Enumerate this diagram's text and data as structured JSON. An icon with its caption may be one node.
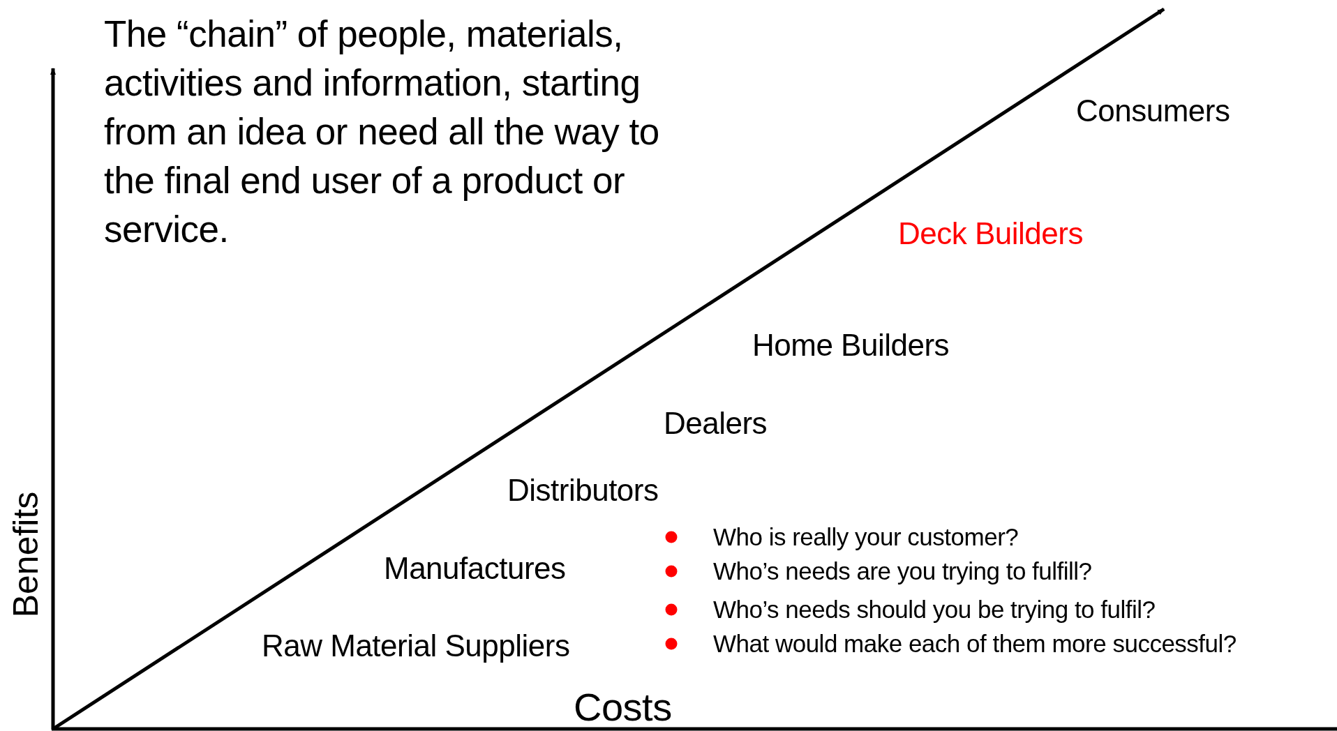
{
  "diagram": {
    "labels": [
      "The “chain” of people, materials, activities and information, starting from an idea or need all the way to the final end user of a product or service.",
      "Consumers",
      "Deck Builders",
      "Home Builders",
      "Dealers",
      "Distributors",
      "Manufactures",
      "Raw Material Suppliers",
      "Who is really your customer?",
      "Who’s needs are you trying to fulfill?",
      "Who’s needs should you be trying to fulfil?",
      "What would make each of them more successful?",
      "Costs",
      "Benefits"
    ]
  }
}
